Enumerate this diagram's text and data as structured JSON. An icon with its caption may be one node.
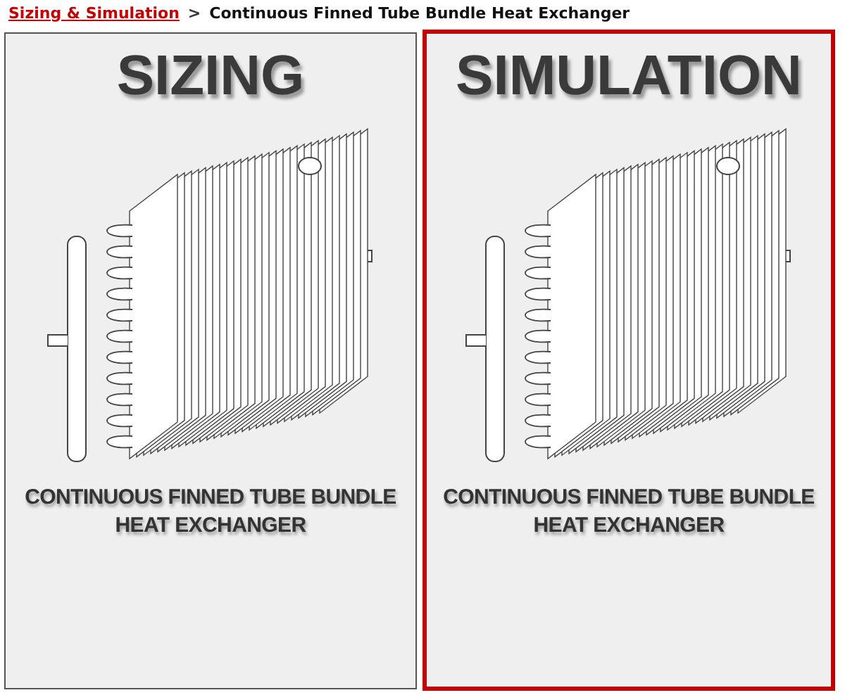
{
  "diagram": {
    "nodes": [
      {
        "text": [
          "SIZING",
          "CONTINUOUS FINNED TUBE BUNDLE HEAT EXCHANGER"
        ]
      },
      {
        "text": [
          "SIMULATION",
          "CONTINUOUS FINNED TUBE BUNDLE HEAT EXCHANGER"
        ]
      }
    ],
    "labels": [
      "Sizing & Simulation",
      ">",
      "Continuous Finned Tube Bundle Heat Exchanger"
    ]
  }
}
